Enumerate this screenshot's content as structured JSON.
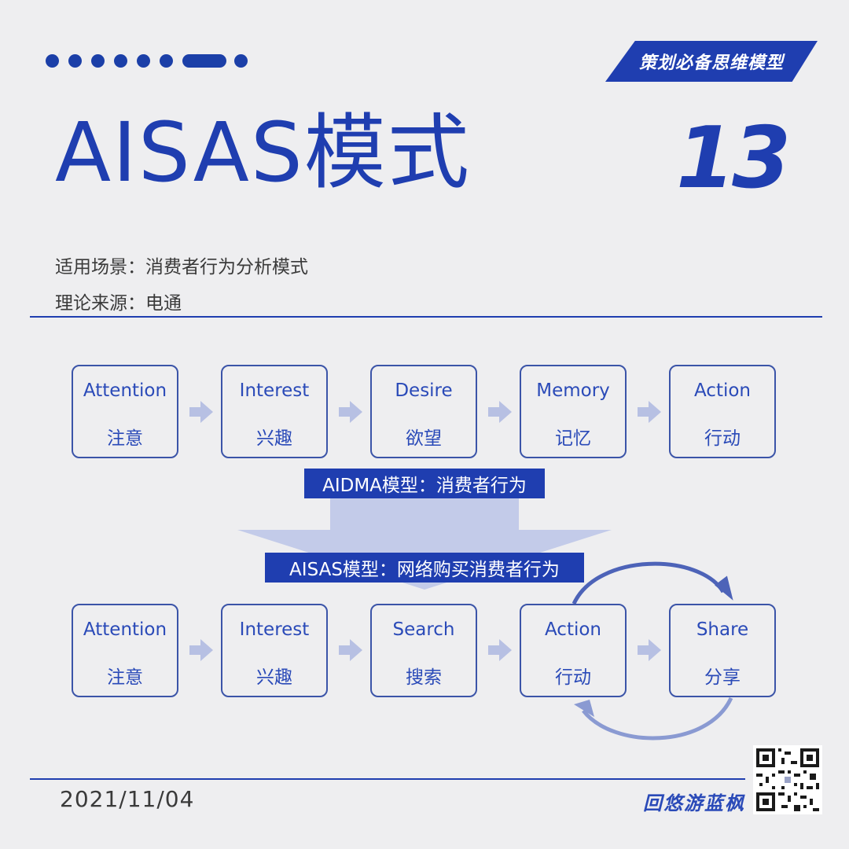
{
  "header": {
    "banner": "策划必备思维模型",
    "title": "AISAS模式",
    "number": "13"
  },
  "meta": {
    "scene": "适用场景：消费者行为分析模式",
    "source": "理论来源：电通"
  },
  "aidma": {
    "label": "AIDMA模型：消费者行为",
    "stages": [
      {
        "en": "Attention",
        "cn": "注意"
      },
      {
        "en": "Interest",
        "cn": "兴趣"
      },
      {
        "en": "Desire",
        "cn": "欲望"
      },
      {
        "en": "Memory",
        "cn": "记忆"
      },
      {
        "en": "Action",
        "cn": "行动"
      }
    ]
  },
  "aisas": {
    "label": "AISAS模型：网络购买消费者行为",
    "stages": [
      {
        "en": "Attention",
        "cn": "注意"
      },
      {
        "en": "Interest",
        "cn": "兴趣"
      },
      {
        "en": "Search",
        "cn": "搜索"
      },
      {
        "en": "Action",
        "cn": "行动"
      },
      {
        "en": "Share",
        "cn": "分享"
      }
    ]
  },
  "footer": {
    "date": "2021/11/04",
    "brand": "回悠游蓝枫",
    "qr_icon": "qr-code-icon"
  },
  "colors": {
    "primary": "#1f3eb0",
    "box_border": "#3b54a8",
    "arrow": "#b7c0e3",
    "background": "#eeeef0"
  }
}
